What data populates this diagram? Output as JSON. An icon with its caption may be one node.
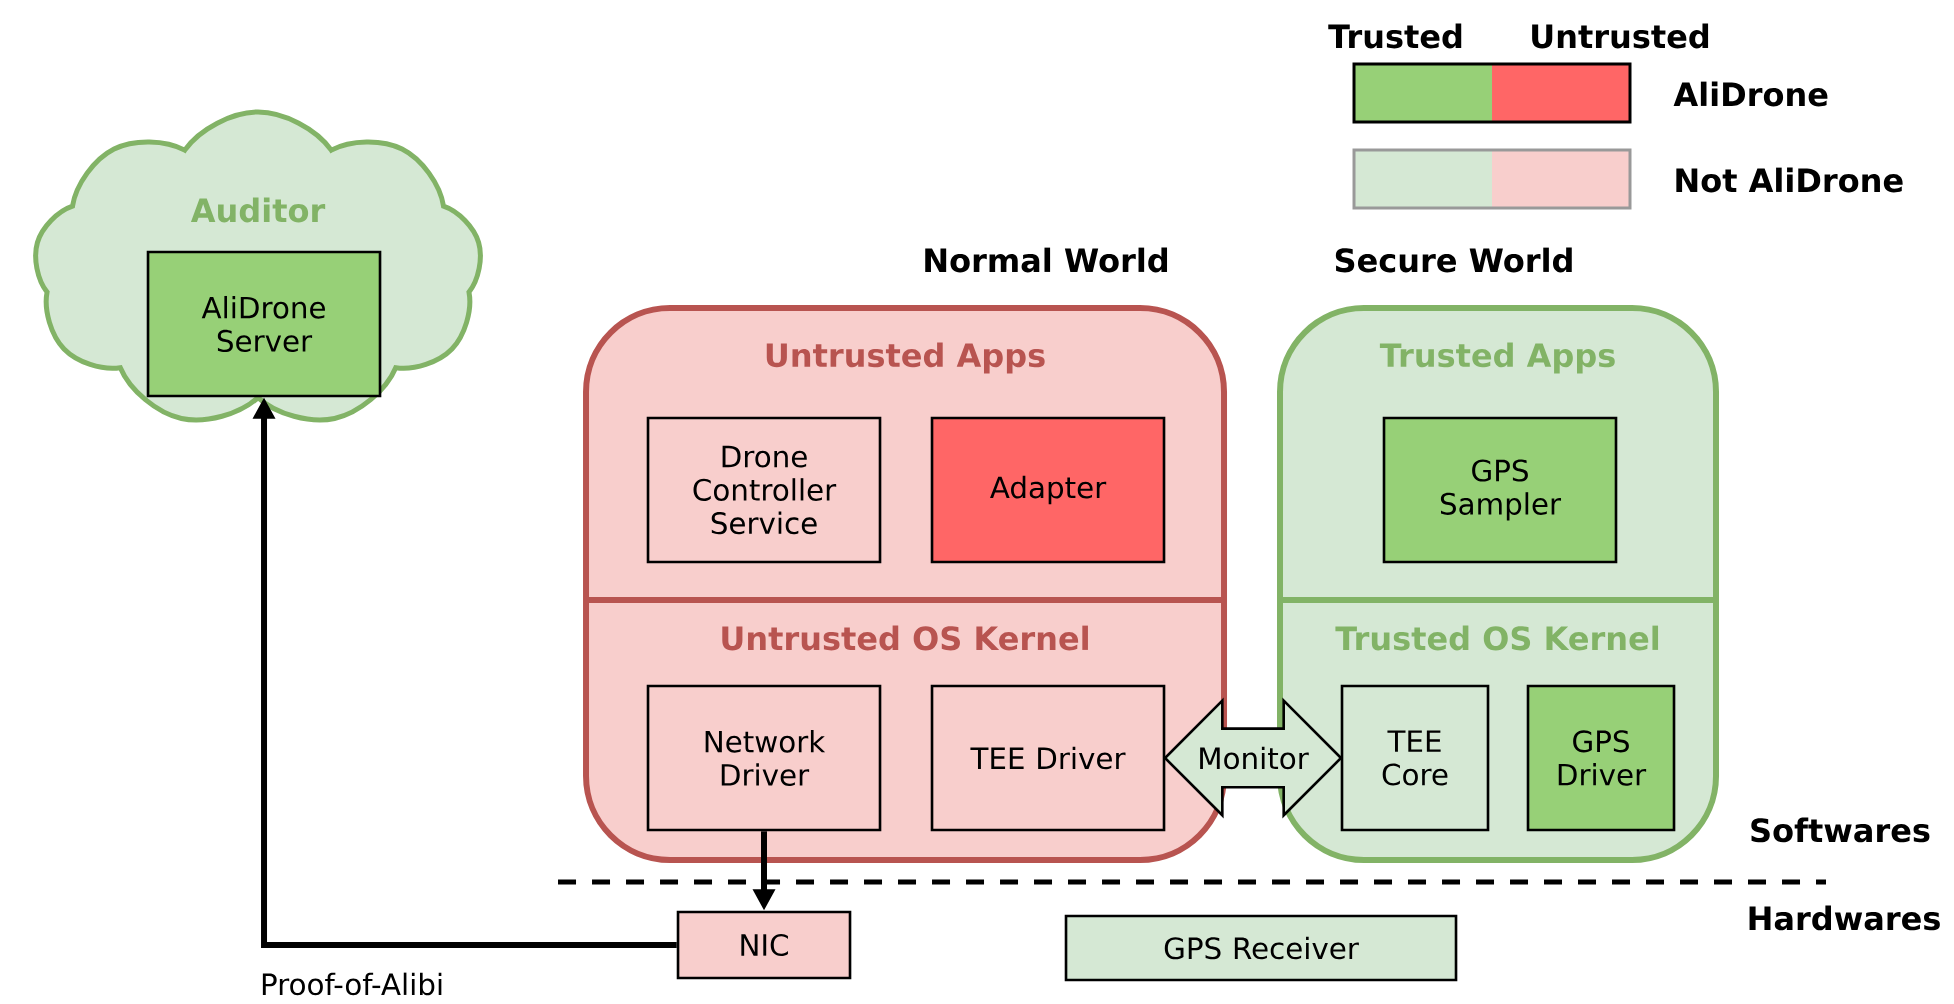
{
  "diagram": {
    "nodes": [
      {
        "text": [
          "Auditor"
        ]
      },
      {
        "text": [
          "AliDrone Server"
        ],
        "in": 0
      },
      {
        "text": [
          "Normal World",
          "Untrusted Apps",
          "Untrusted OS Kernel"
        ]
      },
      {
        "text": [
          "Drone Controller Service"
        ],
        "in": 2
      },
      {
        "text": [
          "Adapter"
        ],
        "in": 2
      },
      {
        "text": [
          "Network Driver"
        ],
        "in": 2
      },
      {
        "text": [
          "TEE Driver"
        ],
        "in": 2
      },
      {
        "text": [
          "Secure World",
          "Trusted Apps",
          "Trusted OS Kernel"
        ]
      },
      {
        "text": [
          "GPS Sampler"
        ],
        "in": 7
      },
      {
        "text": [
          "TEE Core"
        ],
        "in": 7
      },
      {
        "text": [
          "GPS Driver"
        ],
        "in": 7
      },
      {
        "text": [
          "NIC"
        ]
      },
      {
        "text": [
          "GPS Receiver"
        ]
      }
    ],
    "edges": [
      {
        "from": 5,
        "to": 11,
        "arrow": "to"
      },
      {
        "from": 11,
        "to": 1,
        "arrow": "to",
        "label": "Proof-of-Alibi"
      },
      {
        "from": 6,
        "to": 9,
        "arrow": "both",
        "label": "Monitor",
        "style": "thick"
      }
    ],
    "labels": [
      "Trusted",
      "Untrusted",
      "Softwares",
      "Hardwares"
    ],
    "legend": [
      {
        "text": "AliDrone",
        "color": "#97d077"
      },
      {
        "text": "Not AliDrone",
        "color": "#d5e8d4"
      }
    ]
  }
}
